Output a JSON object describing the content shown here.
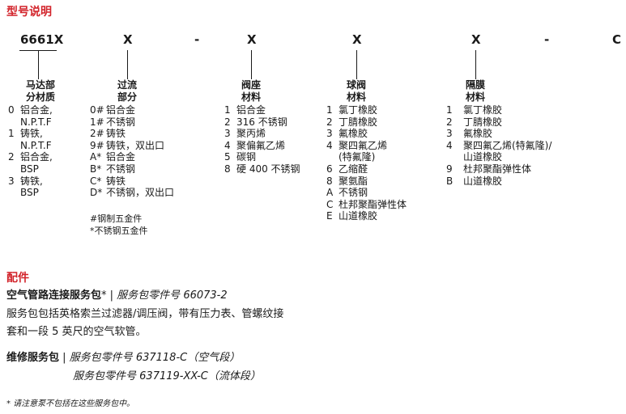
{
  "section_title": "型号说明",
  "model_code": {
    "base": "6661X",
    "x1": "X",
    "dash1": "-",
    "x2": "X",
    "x3": "X",
    "x4": "X",
    "dash2": "-",
    "suffix": "C"
  },
  "columns": {
    "motor": {
      "label1": "马达部",
      "label2": "分材质",
      "items": [
        {
          "k": "0",
          "v": "铝合金,"
        },
        {
          "k": "",
          "v": "N.P.T.F"
        },
        {
          "k": "1",
          "v": "铸铁,"
        },
        {
          "k": "",
          "v": "N.P.T.F"
        },
        {
          "k": "2",
          "v": "铝合金,"
        },
        {
          "k": "",
          "v": "BSP"
        },
        {
          "k": "3",
          "v": "铸铁,"
        },
        {
          "k": "",
          "v": "BSP"
        }
      ]
    },
    "fluid": {
      "label1": "过流",
      "label2": "部分",
      "items": [
        {
          "k": "0#",
          "v": "铝合金"
        },
        {
          "k": "1#",
          "v": "不锈钢"
        },
        {
          "k": "2#",
          "v": "铸铁"
        },
        {
          "k": "9#",
          "v": "铸铁，双出口"
        },
        {
          "k": "A*",
          "v": "铝合金"
        },
        {
          "k": "B*",
          "v": "不锈钢"
        },
        {
          "k": "C*",
          "v": "铸铁"
        },
        {
          "k": "D*",
          "v": "不锈钢，双出口"
        }
      ],
      "notes": [
        "#钢制五金件",
        "*不锈钢五金件"
      ]
    },
    "seat": {
      "label1": "阀座",
      "label2": "材料",
      "items": [
        {
          "k": "1",
          "v": "铝合金"
        },
        {
          "k": "2",
          "v": "316 不锈钢"
        },
        {
          "k": "3",
          "v": "聚丙烯"
        },
        {
          "k": "4",
          "v": "聚偏氟乙烯"
        },
        {
          "k": "5",
          "v": "碳钢"
        },
        {
          "k": "8",
          "v": "硬 400 不锈钢"
        }
      ]
    },
    "ball": {
      "label1": "球阀",
      "label2": "材料",
      "items": [
        {
          "k": "1",
          "v": "氯丁橡胶"
        },
        {
          "k": "2",
          "v": "丁腈橡胶"
        },
        {
          "k": "3",
          "v": "氟橡胶"
        },
        {
          "k": "4",
          "v": "聚四氟乙烯"
        },
        {
          "k": "",
          "v": "(特氟隆)"
        },
        {
          "k": "6",
          "v": "乙缩醛"
        },
        {
          "k": "8",
          "v": "聚氨酯"
        },
        {
          "k": "A",
          "v": "不锈钢"
        },
        {
          "k": "C",
          "v": "杜邦聚酯弹性体"
        },
        {
          "k": "E",
          "v": "山道橡胶"
        }
      ]
    },
    "diaphragm": {
      "label1": "隔膜",
      "label2": "材料",
      "items": [
        {
          "k": "1",
          "v": "氯丁橡胶"
        },
        {
          "k": "2",
          "v": "丁腈橡胶"
        },
        {
          "k": "3",
          "v": "氟橡胶"
        },
        {
          "k": "4",
          "v": "聚四氟乙烯(特氟隆)/"
        },
        {
          "k": "",
          "v": "山道橡胶"
        },
        {
          "k": "9",
          "v": "杜邦聚酯弹性体"
        },
        {
          "k": "B",
          "v": "山道橡胶"
        }
      ]
    }
  },
  "accessories": {
    "title": "配件",
    "air_kit_title": "空气管路连接服务包",
    "air_kit_sep": "* | ",
    "air_kit_label": "服务包零件号",
    "air_kit_number": "66073-2",
    "air_kit_desc1": "服务包包括英格索兰过滤器/调压阀，带有压力表、管螺纹接",
    "air_kit_desc2": "套和一段 5 英尺的空气软管。",
    "repair_title": "维修服务包",
    "repair_sep": " | ",
    "repair_label1": "服务包零件号",
    "repair_number1": "637118-C",
    "repair_note1": "（空气段）",
    "repair_label2": "服务包零件号",
    "repair_number2": "637119-XX-C",
    "repair_note2": "（流体段）",
    "footnote": "* 请注意泵不包括在这些服务包中。"
  }
}
